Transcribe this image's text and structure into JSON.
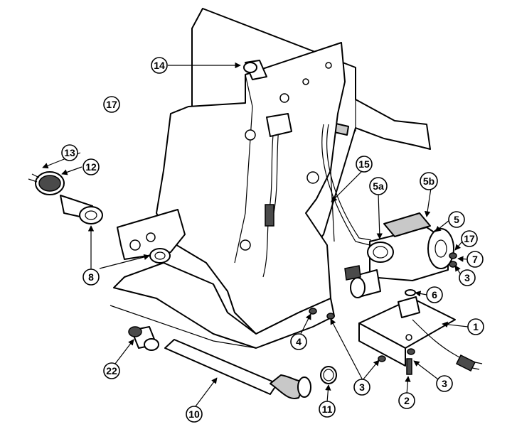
{
  "callouts": {
    "c1": "1",
    "c2": "2",
    "c3a": "3",
    "c3b": "3",
    "c3c": "3",
    "c4": "4",
    "c5": "5",
    "c5a": "5a",
    "c5b": "5b",
    "c6": "6",
    "c7": "7",
    "c8": "8",
    "c10": "10",
    "c11": "11",
    "c12": "12",
    "c13": "13",
    "c14": "14",
    "c15": "15",
    "c17a": "17",
    "c17b": "17",
    "c22": "22"
  },
  "colors": {
    "line": "#000000",
    "shade": "#c8c8c8",
    "background": "#ffffff"
  }
}
